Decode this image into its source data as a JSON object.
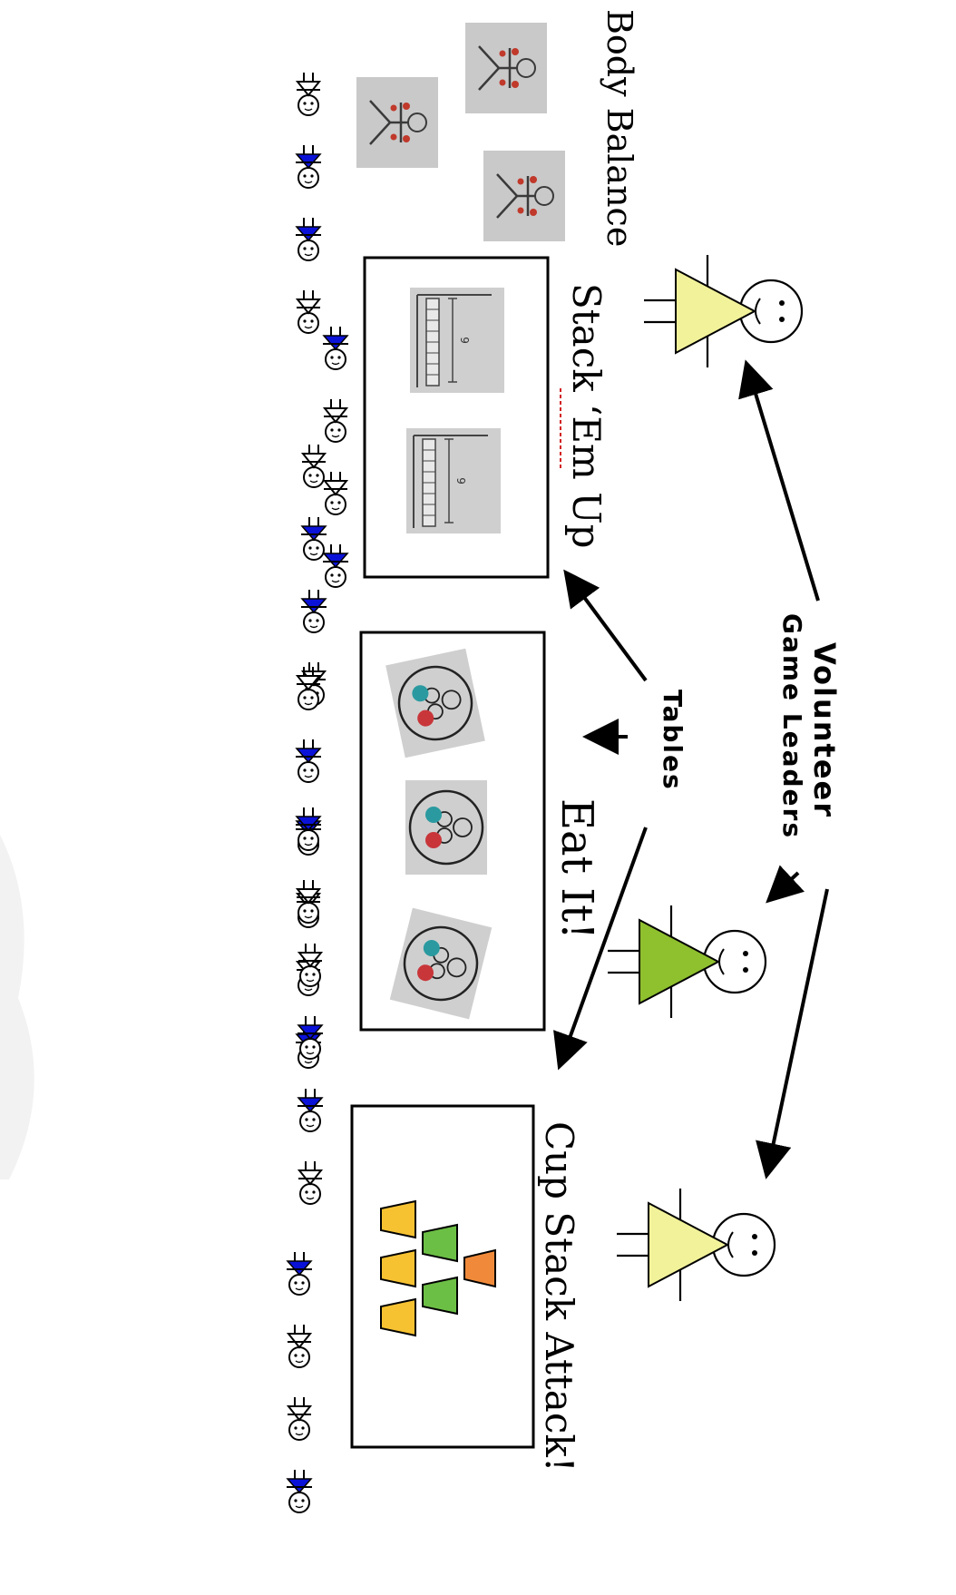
{
  "header": {
    "line1": "Volunteer",
    "line2": "Game Leaders"
  },
  "tables_label": "Tables",
  "stations": [
    {
      "name": "Body Balance"
    },
    {
      "name": "Stack ‘Em Up"
    },
    {
      "name": "Eat It!"
    },
    {
      "name": "Cup Stack Attack!"
    }
  ],
  "colors": {
    "leader_pale": "#f2f29a",
    "leader_green": "#8fc02e",
    "child_blue": "#0b12d8",
    "card_grey": "#c9c9c9",
    "cup_orange": "#f08a3a",
    "cup_green": "#6cbf45",
    "cup_yellow": "#f6c232",
    "spell_underline": "#d22020"
  }
}
